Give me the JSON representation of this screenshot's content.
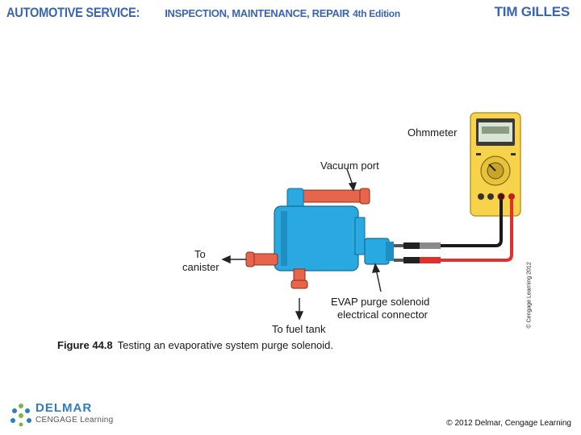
{
  "header": {
    "title_main": "AUTOMOTIVE SERVICE:",
    "title_sub": "INSPECTION, MAINTENANCE, REPAIR",
    "edition": "4th Edition",
    "author": "TIM GILLES"
  },
  "diagram": {
    "labels": {
      "ohmmeter": "Ohmmeter",
      "vacuum_port": "Vacuum port",
      "to_canister_1": "To",
      "to_canister_2": "canister",
      "solenoid_1": "EVAP purge solenoid",
      "solenoid_2": "electrical connector",
      "to_fuel_tank": "To fuel tank"
    },
    "vertical_credit": "© Cengage Learning 2012"
  },
  "caption": {
    "figure": "Figure 44.8",
    "text": "Testing an evaporative system purge solenoid."
  },
  "footer": {
    "logo_name": "DELMAR",
    "logo_sub": "CENGAGE Learning",
    "copyright": "© 2012 Delmar, Cengage Learning"
  },
  "colors": {
    "header_blue": "#3a64b0",
    "solenoid_blue": "#29a9e0",
    "hose_orange": "#e7664b",
    "meter_yellow": "#f6d34a",
    "lead_red": "#e0312f",
    "lead_black": "#1a1a1a"
  }
}
